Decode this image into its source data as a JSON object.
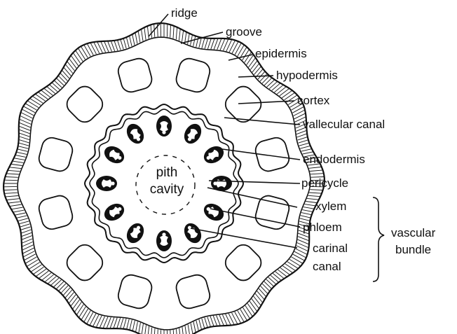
{
  "labels": {
    "ridge": "ridge",
    "groove": "groove",
    "epidermis": "epidermis",
    "hypodermis": "hypodermis",
    "cortex": "cortex",
    "vallecular_canal": "vallecular canal",
    "endodermis": "endodermis",
    "pericycle": "pericycle",
    "xylem": "xylem",
    "phloem": "phloem",
    "carinal_canal_1": "carinal",
    "carinal_canal_2": "canal",
    "vascular_bundle_1": "vascular",
    "vascular_bundle_2": "bundle",
    "pith_cavity_1": "pith",
    "pith_cavity_2": "cavity"
  },
  "colors": {
    "ink": "#111111",
    "paper": "#ffffff"
  }
}
